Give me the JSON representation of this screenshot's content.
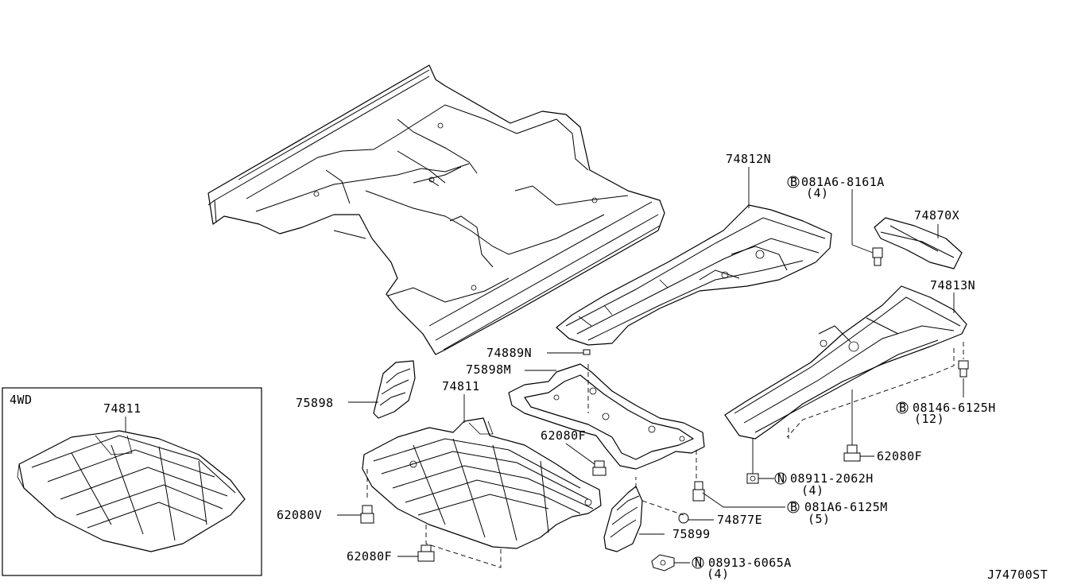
{
  "inset_label": "4WD",
  "diagram_code": "J74700ST",
  "parts": {
    "p74811_inset": "74811",
    "p74811": "74811",
    "p74812N": "74812N",
    "p74813N": "74813N",
    "p74870X": "74870X",
    "p74889N": "74889N",
    "p75898M": "75898M",
    "p75898": "75898",
    "p75899": "75899",
    "p74877E": "74877E",
    "p62080F_center": "62080F",
    "p62080F_right": "62080F",
    "p62080F_bottom": "62080F",
    "p62080V": "62080V"
  },
  "fasteners": {
    "b1": {
      "prefix": "B",
      "code": "081A6-8161A",
      "qty": "(4)"
    },
    "b2": {
      "prefix": "B",
      "code": "08146-6125H",
      "qty": "(12)"
    },
    "b3": {
      "prefix": "B",
      "code": "081A6-6125M",
      "qty": "(5)"
    },
    "n1": {
      "prefix": "N",
      "code": "08911-2062H",
      "qty": "(4)"
    },
    "n2": {
      "prefix": "N",
      "code": "08913-6065A",
      "qty": "(4)"
    }
  }
}
